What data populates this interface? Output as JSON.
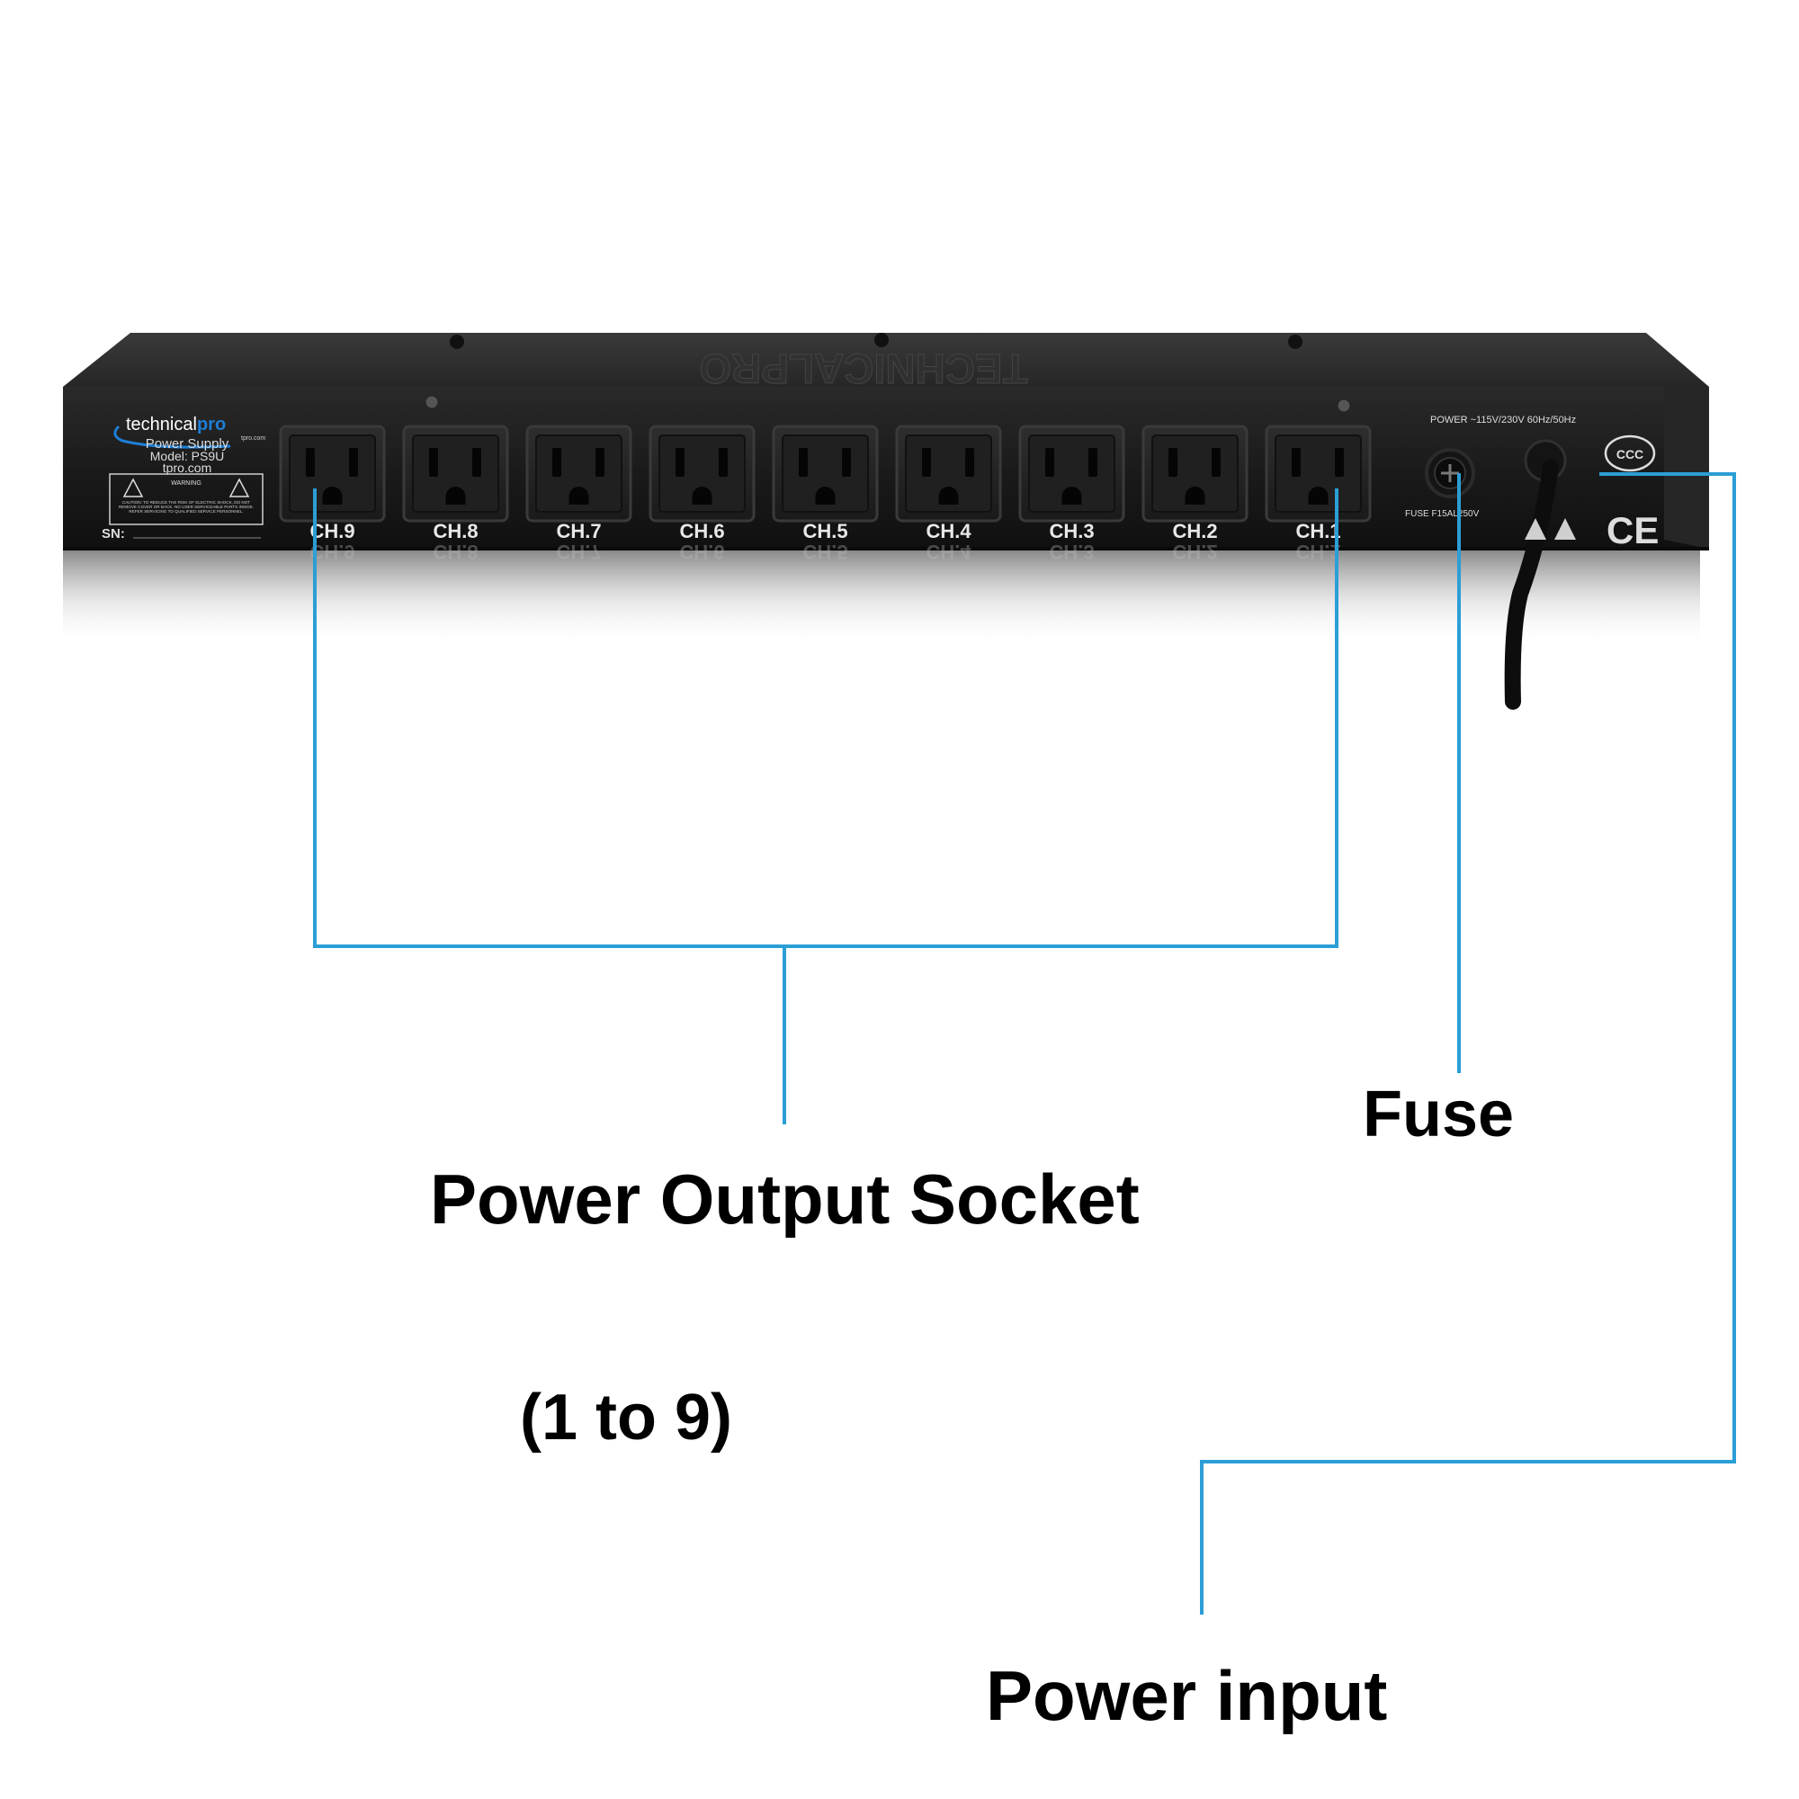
{
  "device": {
    "brand_name": "technical",
    "brand_accent": "pro",
    "brand_url": "tpro.com",
    "product_name": "Power Supply",
    "model": "Model: PS9U",
    "website": "tpro.com",
    "warning_title": "WARNING",
    "caution_text": "CAUTION: TO REDUCE THE RISK OF ELECTRIC SHOCK, DO NOT REMOVE COVER OR BACK. NO USER SERVICEABLE PARTS INSIDE. REFER SERVICING TO QUALIFIED SERVICE PERSONNEL.",
    "serial_label": "SN:",
    "power_rating": "POWER ~115V/230V 60Hz/50Hz",
    "fuse_rating": "FUSE F15AL250V",
    "ce_mark": "CE",
    "ccc_mark": "CCC",
    "top_embossed": "TECHNICALPRO",
    "channels": [
      "CH.9",
      "CH.8",
      "CH.7",
      "CH.6",
      "CH.5",
      "CH.4",
      "CH.3",
      "CH.2",
      "CH.1"
    ]
  },
  "callouts": {
    "output": "Power Output Socket",
    "range": "(1 to 9)",
    "fuse": "Fuse",
    "input": "Power input"
  },
  "colors": {
    "leader_line": "#2b9ed6",
    "chassis": "#1c1c1c",
    "brand_blue": "#1d7fd6",
    "label_text": "#000000"
  }
}
